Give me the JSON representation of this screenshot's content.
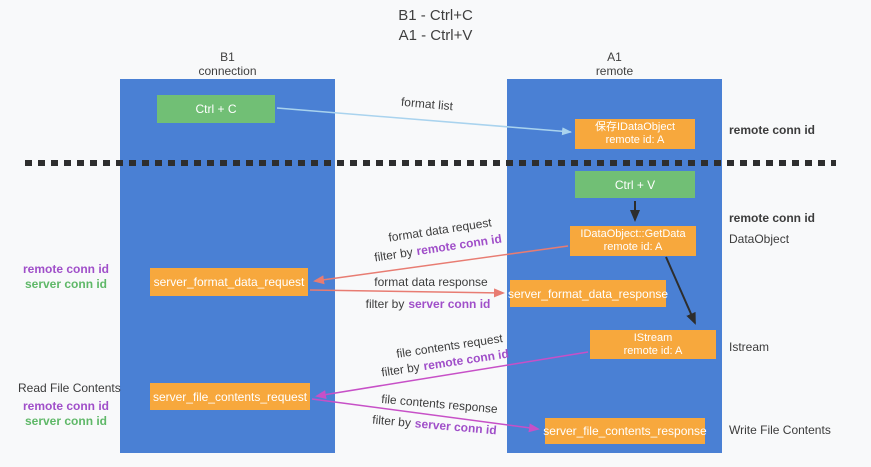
{
  "title": {
    "line1": "B1 - Ctrl+C",
    "line2": "A1 - Ctrl+V"
  },
  "lanes": {
    "left": {
      "name": "B1",
      "subtitle": "connection"
    },
    "right": {
      "name": "A1",
      "subtitle": "remote"
    }
  },
  "boxes": {
    "ctrl_c": "Ctrl + C",
    "ctrl_v": "Ctrl + V",
    "save_dataobject": {
      "line1": "保存IDataObject",
      "line2": "remote id: A"
    },
    "getdata": {
      "line1": "IDataObject::GetData",
      "line2": "remote id: A"
    },
    "istream": {
      "line1": "IStream",
      "line2": "remote id: A"
    },
    "format_request": "server_format_data_request",
    "format_response": "server_format_data_response",
    "file_request": "server_file_contents_request",
    "file_response": "server_file_contents_response"
  },
  "arrow_labels": {
    "format_list": "format list",
    "format_data_request": "format data request",
    "format_data_response": "format data response",
    "file_contents_request": "file contents request",
    "file_contents_response": "file contents response",
    "filter_by": "filter by",
    "remote_conn_id": "remote conn id",
    "server_conn_id": "server conn id"
  },
  "side_labels": {
    "remote_conn_id": "remote conn id",
    "server_conn_id": "server conn id",
    "dataobject": "DataObject",
    "istream": "Istream",
    "read_file_contents": "Read File Contents",
    "write_file_contents": "Write File Contents"
  },
  "colors": {
    "lane_blue": "#4a80d4",
    "box_orange": "#f7a83d",
    "box_green": "#71bf75",
    "purple": "#a04fc9",
    "green_text": "#5fb868",
    "arrow_red": "#e87c72",
    "arrow_magenta": "#c750c7",
    "arrow_lightblue": "#a9d3ee",
    "arrow_black": "#2d2d2d"
  }
}
